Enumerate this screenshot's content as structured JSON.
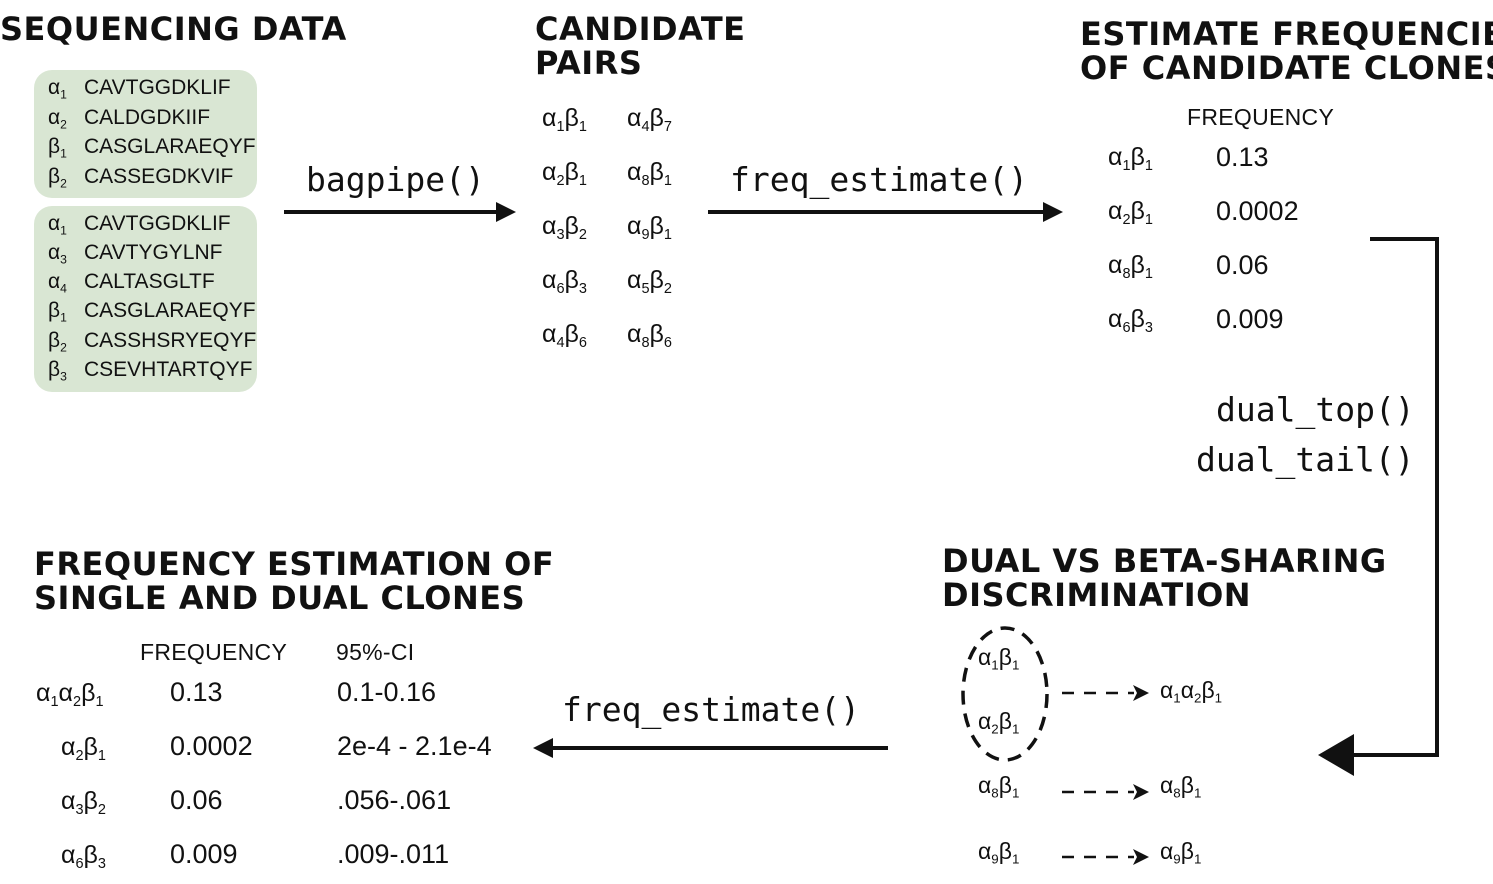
{
  "titles": {
    "sequencing_data": "SEQUENCING DATA",
    "candidate_pairs_line1": "CANDIDATE",
    "candidate_pairs_line2": "PAIRS",
    "estimate_line1": "ESTIMATE FREQUENCIES",
    "estimate_line2": "OF CANDIDATE CLONES",
    "dual_line1": "DUAL VS BETA-SHARING",
    "dual_line2": "DISCRIMINATION",
    "final_line1": "FREQUENCY ESTIMATION OF",
    "final_line2": "SINGLE AND DUAL CLONES"
  },
  "functions": {
    "bagpipe": "bagpipe()",
    "freq_estimate_top": "freq_estimate()",
    "dual_top": "dual_top()",
    "dual_tail": "dual_tail()",
    "freq_estimate_bottom": "freq_estimate()"
  },
  "sequencing_data": {
    "well1": [
      {
        "chain": "α",
        "sub": "1",
        "seq": "CAVTGGDKLIF"
      },
      {
        "chain": "α",
        "sub": "2",
        "seq": "CALDGDKIIF"
      },
      {
        "chain": "β",
        "sub": "1",
        "seq": "CASGLARAEQYF"
      },
      {
        "chain": "β",
        "sub": "2",
        "seq": "CASSEGDKVIF"
      }
    ],
    "well2": [
      {
        "chain": "α",
        "sub": "1",
        "seq": "CAVTGGDKLIF"
      },
      {
        "chain": "α",
        "sub": "3",
        "seq": "CAVTYGYLNF"
      },
      {
        "chain": "α",
        "sub": "4",
        "seq": "CALTASGLTF"
      },
      {
        "chain": "β",
        "sub": "1",
        "seq": "CASGLARAEQYF"
      },
      {
        "chain": "β",
        "sub": "2",
        "seq": "CASSHSRYEQYF"
      },
      {
        "chain": "β",
        "sub": "3",
        "seq": "CSEVHTARTQYF"
      }
    ]
  },
  "candidate_pairs": {
    "col1": [
      [
        "α",
        "1",
        "β",
        "1"
      ],
      [
        "α",
        "2",
        "β",
        "1"
      ],
      [
        "α",
        "3",
        "β",
        "2"
      ],
      [
        "α",
        "6",
        "β",
        "3"
      ],
      [
        "α",
        "4",
        "β",
        "6"
      ]
    ],
    "col2": [
      [
        "α",
        "4",
        "β",
        "7"
      ],
      [
        "α",
        "8",
        "β",
        "1"
      ],
      [
        "α",
        "9",
        "β",
        "1"
      ],
      [
        "α",
        "5",
        "β",
        "2"
      ],
      [
        "α",
        "8",
        "β",
        "6"
      ]
    ]
  },
  "candidate_frequencies": {
    "header": "FREQUENCY",
    "rows": [
      {
        "pair": [
          "α",
          "1",
          "β",
          "1"
        ],
        "freq": "0.13"
      },
      {
        "pair": [
          "α",
          "2",
          "β",
          "1"
        ],
        "freq": "0.0002"
      },
      {
        "pair": [
          "α",
          "8",
          "β",
          "1"
        ],
        "freq": "0.06"
      },
      {
        "pair": [
          "α",
          "6",
          "β",
          "3"
        ],
        "freq": "0.009"
      }
    ]
  },
  "discrimination": {
    "grouped": [
      [
        "α",
        "1",
        "β",
        "1"
      ],
      [
        "α",
        "2",
        "β",
        "1"
      ]
    ],
    "grouped_result": [
      "α",
      "1",
      "α",
      "2",
      "β",
      "1"
    ],
    "single": [
      {
        "from": [
          "α",
          "8",
          "β",
          "1"
        ],
        "to": [
          "α",
          "8",
          "β",
          "1"
        ]
      },
      {
        "from": [
          "α",
          "9",
          "β",
          "1"
        ],
        "to": [
          "α",
          "9",
          "β",
          "1"
        ]
      }
    ]
  },
  "final_estimates": {
    "header_freq": "FREQUENCY",
    "header_ci": "95%-CI",
    "rows": [
      {
        "clone": [
          "α",
          "1",
          "α",
          "2",
          "β",
          "1"
        ],
        "freq": "0.13",
        "ci": "0.1-0.16"
      },
      {
        "clone": [
          "α",
          "2",
          "β",
          "1"
        ],
        "freq": "0.0002",
        "ci": "2e-4 - 2.1e-4"
      },
      {
        "clone": [
          "α",
          "3",
          "β",
          "2"
        ],
        "freq": "0.06",
        "ci": ".056-.061"
      },
      {
        "clone": [
          "α",
          "6",
          "β",
          "3"
        ],
        "freq": "0.009",
        "ci": ".009-.011"
      }
    ]
  },
  "colors": {
    "seq_box": "#d9e6d3",
    "ink": "#111111"
  }
}
